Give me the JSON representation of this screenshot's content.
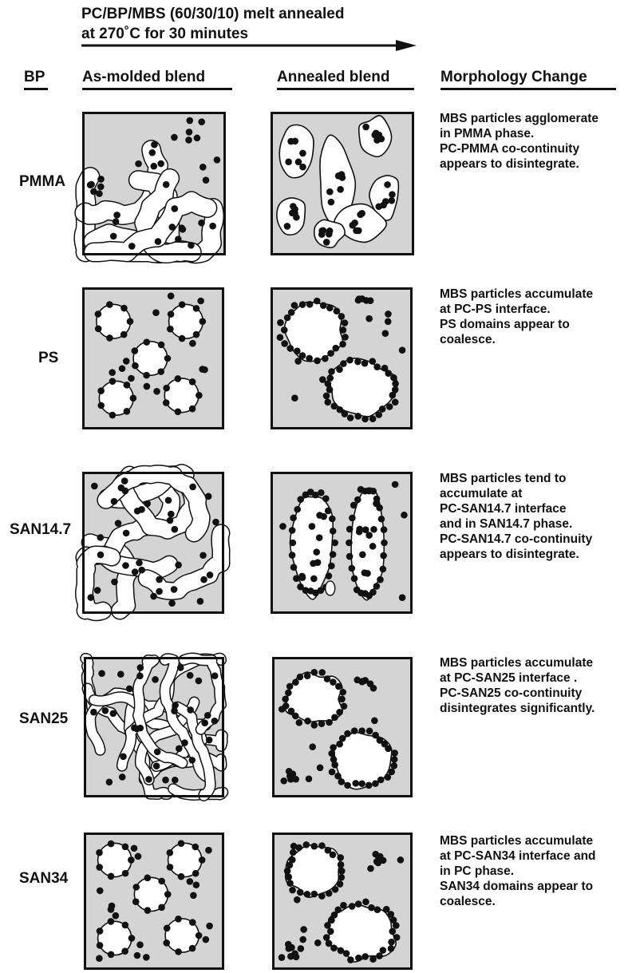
{
  "header": {
    "title_line1": "PC/BP/MBS (60/30/10)  melt annealed",
    "title_line2": "at 270˚C for 30 minutes",
    "col_bp": "BP",
    "col_as_molded": "As-molded blend",
    "col_annealed": "Annealed  blend",
    "col_morphology": "Morphology Change"
  },
  "colors": {
    "ink": "#111111",
    "matrix_gray": "#d4d4d4",
    "domain_white": "#ffffff"
  },
  "rows": [
    {
      "bp": "PMMA",
      "as_molded_icon": "co-continuous-morphology-diagram",
      "annealed_icon": "agglomerated-particles-diagram",
      "description": [
        "MBS particles agglomerate",
        "in PMMA phase.",
        "PC-PMMA co-continuity",
        "appears to disintegrate."
      ]
    },
    {
      "bp": "PS",
      "as_molded_icon": "dispersed-domains-diagram",
      "annealed_icon": "coalesced-domains-diagram",
      "description": [
        "MBS particles accumulate",
        "at PC-PS interface.",
        "PS domains appear to",
        "coalesce."
      ]
    },
    {
      "bp": "SAN14.7",
      "as_molded_icon": "co-continuous-morphology-diagram",
      "annealed_icon": "elongated-domains-diagram",
      "description": [
        "MBS particles tend to",
        "accumulate at",
        "PC-SAN14.7 interface",
        "and in SAN14.7 phase.",
        "PC-SAN14.7 co-continuity",
        "appears to disintegrate."
      ]
    },
    {
      "bp": "SAN25",
      "as_molded_icon": "fine-co-continuous-morphology-diagram",
      "annealed_icon": "coalesced-domains-diagram",
      "description": [
        "MBS particles accumulate",
        "at PC-SAN25 interface .",
        "PC-SAN25 co-continuity",
        "disintegrates significantly."
      ]
    },
    {
      "bp": "SAN34",
      "as_molded_icon": "dispersed-domains-diagram",
      "annealed_icon": "coalesced-domains-diagram",
      "description": [
        "MBS particles accumulate",
        "at PC-SAN34 interface and",
        "in PC phase.",
        "SAN34 domains appear to",
        "coalesce."
      ]
    }
  ]
}
